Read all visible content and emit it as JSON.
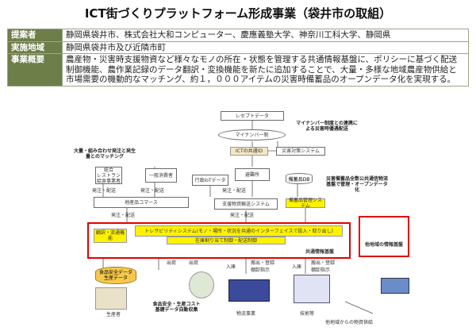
{
  "title": "ICT街づくりプラットフォーム形成事業（袋井市の取組）",
  "info": {
    "rows": [
      {
        "label": "提案者",
        "value": "静岡県袋井市、株式会社大和コンピューター、慶應義塾大学、神奈川工科大学、静岡県"
      },
      {
        "label": "実施地域",
        "value": "静岡県袋井市及び近隣市町"
      },
      {
        "label": "事業概要",
        "value": "農産物・災害時支援物資など様々なモノの所在・状態を管理する共通情報基盤に、ポリシーに基づく配送制御機能、農作業記録のデータ翻訳・変換機能を新たに追加することで、大量・多様な地域農産物供給と市場需要の機動的なマッチング、約１，０００アイテムの災害時備蓄品のオープンデータ化を実現する。"
      }
    ]
  },
  "diagram": {
    "receipt": "レセプトデータ",
    "mynumber": "マイナンバー制",
    "mynumber_note": "マイナンバー制度との連携による災害時優遇配送",
    "ict_link": "ICTの共通ID",
    "disaster_sys": "災害対策システム",
    "bulk_note": "大量・組み合わせ発注と発生量とのマッチング",
    "retail": "総合\nレストラン\n給食事業者",
    "consumer": "一般消費者",
    "admin": "行政IoTデータ",
    "shelter": "避難所",
    "stockpile_db": "備蓄品DB",
    "stockpile_note": "災害備蓄品全数公共通信物流基盤で管理・オープンデータ化",
    "order1": "発注・配送",
    "order2": "発注・配送",
    "order3": "発注・配送",
    "order4": "発注・配送",
    "order5": "発注・配送",
    "ecommerce": "地産品コマース",
    "support_sys": "支援物資輸送システム",
    "stock_mgmt": "備蓄品管理システム",
    "trace_left": "翻訳・流通機能",
    "trace_main": "トレサビリティシステム(モノ・場所・状況を共通のインターフェイスで投入・取り出し)",
    "policy": "在庫割り当て制御・配送制御",
    "common_base": "共通情報基盤",
    "other_base": "他地域の情報基盤",
    "import1": "入庫",
    "import2": "入庫",
    "ship1": "出荷",
    "ship2": "出荷",
    "reg1": "搬出・登録",
    "reg2": "棚卸指示",
    "reg3": "搬出・登録",
    "reg4": "棚卸指示",
    "food_db": "食品安全データ\n生産データ",
    "farm_note": "食品安全・生産コスト\n基礎データ自動収集",
    "producer": "生産者",
    "warehouse1": "物流事業",
    "warehouse2": "技術等",
    "other_region": "他地域からの物資供給"
  }
}
